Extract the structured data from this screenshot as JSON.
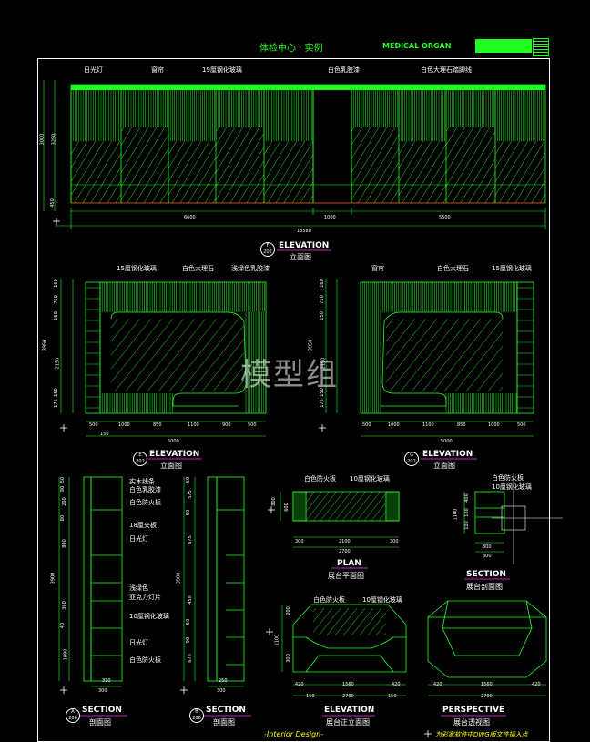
{
  "header": {
    "title": "体检中心 · 实例",
    "subtitle": "MEDICAL ORGAN"
  },
  "watermark": "模型组",
  "elevation_main": {
    "labels": [
      "日光灯",
      "窗帘",
      "19厘钢化玻璃",
      "白色乳胶漆",
      "白色大理石踏脚线"
    ],
    "dims_bottom": [
      "6600",
      "1000",
      "5500"
    ],
    "total": "13580",
    "left_dims": [
      "3000",
      "3250",
      "450"
    ],
    "view_title": "ELEVATION",
    "view_sub": "立面图",
    "badge_top": "F",
    "badge_bottom": "202"
  },
  "elevation_e": {
    "labels": [
      "15厘钢化玻璃",
      "白色大理石",
      "浅绿色乳胶漆"
    ],
    "dims_bottom": [
      "500",
      "1000",
      "850",
      "1100",
      "900",
      "500"
    ],
    "total": "5000",
    "sub_dim": "150",
    "left_dims": [
      "160",
      "750",
      "150",
      "3950",
      "2150",
      "150",
      "175"
    ],
    "view_title": "ELEVATION",
    "view_sub": "立面图",
    "badge_top": "E",
    "badge_bottom": "202"
  },
  "elevation_g": {
    "labels": [
      "窗帘",
      "白色大理石",
      "15厘钢化玻璃"
    ],
    "dims_bottom": [
      "500",
      "1000",
      "1100",
      "850",
      "1000",
      "500"
    ],
    "total": "5000",
    "left_dims": [
      "160",
      "750",
      "150",
      "3950",
      "2150",
      "150",
      "175"
    ],
    "view_title": "ELEVATION",
    "view_sub": "立面图",
    "badge_top": "G",
    "badge_bottom": "202"
  },
  "section_a": {
    "labels": [
      "实木线条",
      "白色乳胶漆",
      "白色防火板",
      "18厘夹板",
      "日光灯",
      "浅绿色",
      "亚克力灯片",
      "10厘钢化玻璃",
      "日光灯",
      "白色防火板"
    ],
    "left_dims": [
      "50",
      "90",
      "200",
      "80",
      "890",
      "3900",
      "360",
      "40",
      "1080"
    ],
    "bottom_dims": [
      "310",
      "300"
    ],
    "view_title": "SECTION",
    "view_sub": "剖面图",
    "badge_top": "A",
    "badge_bottom": "206"
  },
  "section_b": {
    "left_dims": [
      "50",
      "575",
      "50",
      "675",
      "3900",
      "450",
      "50",
      "90",
      "670"
    ],
    "bottom_dims": [
      "250",
      "300"
    ],
    "view_title": "SECTION",
    "view_sub": "剖面图",
    "badge_top": "B",
    "badge_bottom": "206"
  },
  "plan": {
    "labels": [
      "白色防火板",
      "10厘钢化玻璃"
    ],
    "dims": [
      "300",
      "2100",
      "300",
      "2700"
    ],
    "left_dims": [
      "800",
      "600"
    ],
    "view_title": "PLAN",
    "view_sub": "展台平面图"
  },
  "section_small": {
    "labels": [
      "白色防火板",
      "10厘钢化玻璃"
    ],
    "dims": [
      "300",
      "800"
    ],
    "left_dims": [
      "400",
      "1100",
      "180",
      "100"
    ],
    "view_title": "SECTION",
    "view_sub": "展台剖面图"
  },
  "elevation_stand": {
    "labels": [
      "白色防火板",
      "10厘钢化玻璃"
    ],
    "dims": [
      "420",
      "1560",
      "420",
      "150",
      "2700",
      "150"
    ],
    "left_dims": [
      "200",
      "1100",
      "300"
    ],
    "view_title": "ELEVATION",
    "view_sub": "展台正立面图"
  },
  "perspective": {
    "dims": [
      "420",
      "1560",
      "420",
      "2700"
    ],
    "view_title": "PERSPECTIVE",
    "view_sub": "展台透视图"
  },
  "footer": {
    "left": "-Interior Design-",
    "right": "为彩家软件中DWG版文件插入点"
  },
  "colors": {
    "line": "#22ff22",
    "text": "#ffffff",
    "accent_red": "#ff2222",
    "magenta": "#ff33ff"
  }
}
